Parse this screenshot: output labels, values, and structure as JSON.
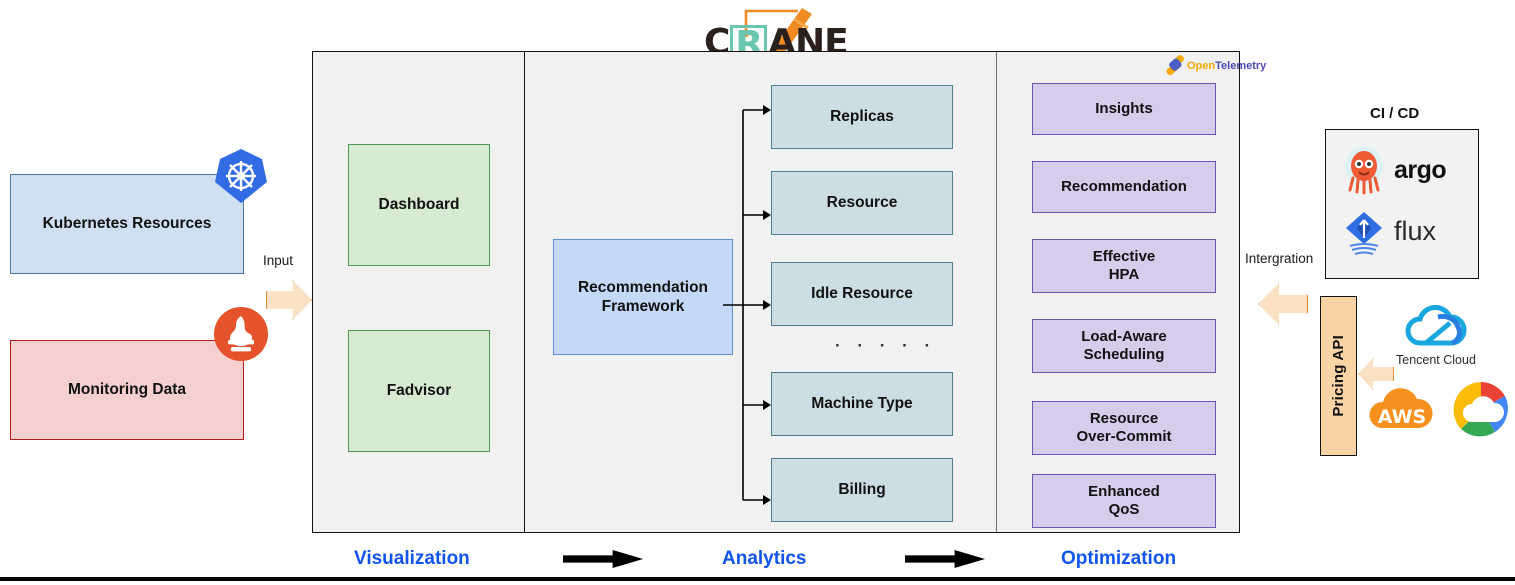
{
  "logo": {
    "brand": "CRANE",
    "brand_c": "C",
    "brand_r": "R",
    "brand_ane": "ANE"
  },
  "left_sources": {
    "kubernetes": {
      "label": "Kubernetes Resources",
      "icon": "kubernetes-icon",
      "fill": "#cfe0f3",
      "border": "#4a77a8"
    },
    "monitoring": {
      "label": "Monitoring Data",
      "icon": "prometheus-icon",
      "fill": "#f6cfcf",
      "border": "#b11b1b"
    },
    "input_label": "Input"
  },
  "panels": {
    "visualization": {
      "stage_label": "Visualization",
      "boxes": [
        {
          "label": "Dashboard"
        },
        {
          "label": "Fadvisor"
        }
      ]
    },
    "analytics": {
      "stage_label": "Analytics",
      "framework": {
        "line1": "Recommendation",
        "line2": "Framework"
      },
      "outputs": [
        {
          "label": "Replicas"
        },
        {
          "label": "Resource"
        },
        {
          "label": "Idle Resource"
        },
        {
          "label": "Machine Type"
        },
        {
          "label": "Billing"
        }
      ],
      "ellipsis": "· · · · ·"
    },
    "optimization": {
      "stage_label": "Optimization",
      "boxes": [
        {
          "line1": "Insights",
          "line2": ""
        },
        {
          "line1": "Recommendation",
          "line2": ""
        },
        {
          "line1": "Effective",
          "line2": "HPA"
        },
        {
          "line1": "Load-Aware",
          "line2": "Scheduling"
        },
        {
          "line1": "Resource",
          "line2": "Over-Commit"
        },
        {
          "line1": "Enhanced",
          "line2": "QoS"
        }
      ],
      "telemetry_logo": {
        "part1": "Open",
        "part2": "Telemetry",
        "color1": "#f5a800",
        "color2": "#4a4ab5"
      }
    }
  },
  "right_side": {
    "cicd_label": "CI / CD",
    "integration_label": "Intergration",
    "cicd_tools": [
      {
        "name": "argo",
        "icon": "argo-icon"
      },
      {
        "name": "flux",
        "icon": "flux-icon"
      }
    ],
    "pricing_api_label": "Pricing API",
    "clouds": [
      {
        "name": "Tencent Cloud",
        "icon": "tencent-cloud-icon"
      },
      {
        "name": "AWS",
        "icon": "aws-icon"
      },
      {
        "name": "Google Cloud",
        "icon": "google-cloud-icon"
      }
    ]
  },
  "colors": {
    "accent_blue": "#1155ee",
    "green_box": "#d6ebd2",
    "blue_box": "#c3d9f7",
    "teal_box": "#ccdee3",
    "purple_box": "#d6ccec",
    "peach": "#fbd4a6",
    "k8s_blue": "#326ce5",
    "prometheus_orange": "#e6522c"
  }
}
